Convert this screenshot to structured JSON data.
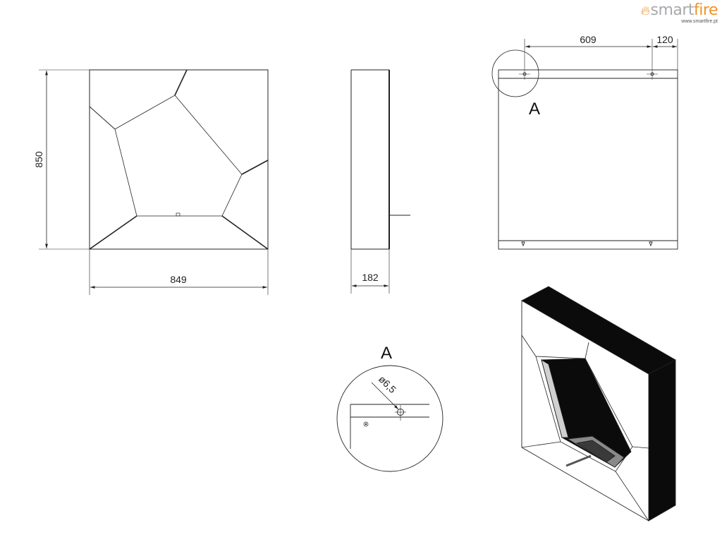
{
  "brand": {
    "name_part1": "smart",
    "name_part2": "fire",
    "url": "www.smartfire.pt",
    "colors": {
      "gray": "#a7a9ac",
      "orange": "#f0932b"
    }
  },
  "dimensions": {
    "front_height": "850",
    "front_width": "849",
    "side_depth": "182",
    "rear_hole_spacing": "609",
    "rear_hole_offset": "120"
  },
  "labels": {
    "detail_ref": "A",
    "detail_title": "A",
    "hole_diameter": "ø6,5"
  }
}
